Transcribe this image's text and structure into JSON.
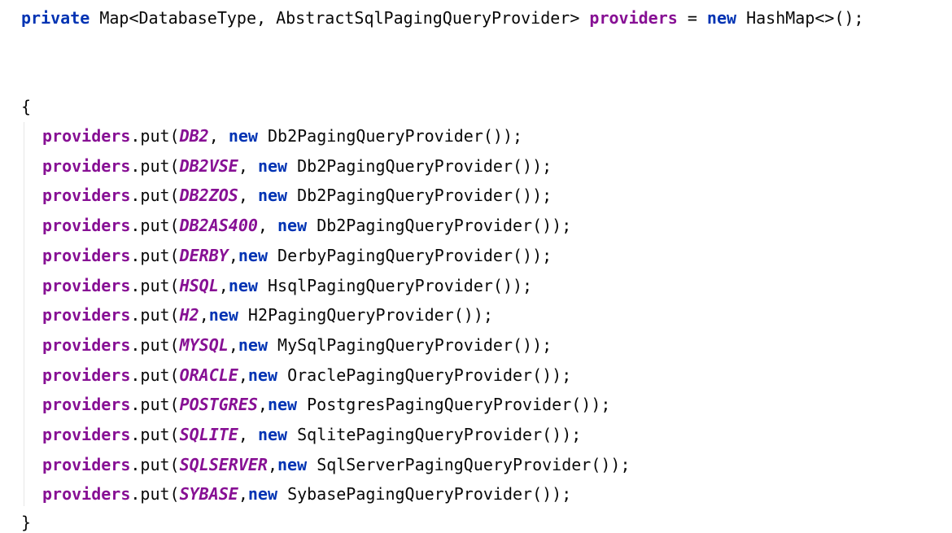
{
  "colors": {
    "background": "#ffffff",
    "keyword": "#0033b3",
    "field": "#871094",
    "text": "#080808",
    "indent_guide": "#e6e6e6"
  },
  "declaration": {
    "modifier": "private",
    "type": "Map<DatabaseType, AbstractSqlPagingQueryProvider>",
    "name": "providers",
    "assign": "=",
    "new_kw": "new",
    "init": "HashMap<>();"
  },
  "block": {
    "open": "{",
    "close": "}"
  },
  "lines": [
    {
      "field": "providers",
      "method": ".put(",
      "const": "DB2",
      "sep": ", ",
      "new_kw": "new",
      "ctor": "Db2PagingQueryProvider());"
    },
    {
      "field": "providers",
      "method": ".put(",
      "const": "DB2VSE",
      "sep": ", ",
      "new_kw": "new",
      "ctor": "Db2PagingQueryProvider());"
    },
    {
      "field": "providers",
      "method": ".put(",
      "const": "DB2ZOS",
      "sep": ", ",
      "new_kw": "new",
      "ctor": "Db2PagingQueryProvider());"
    },
    {
      "field": "providers",
      "method": ".put(",
      "const": "DB2AS400",
      "sep": ", ",
      "new_kw": "new",
      "ctor": "Db2PagingQueryProvider());"
    },
    {
      "field": "providers",
      "method": ".put(",
      "const": "DERBY",
      "sep": ",",
      "new_kw": "new",
      "ctor": "DerbyPagingQueryProvider());"
    },
    {
      "field": "providers",
      "method": ".put(",
      "const": "HSQL",
      "sep": ",",
      "new_kw": "new",
      "ctor": "HsqlPagingQueryProvider());"
    },
    {
      "field": "providers",
      "method": ".put(",
      "const": "H2",
      "sep": ",",
      "new_kw": "new",
      "ctor": "H2PagingQueryProvider());"
    },
    {
      "field": "providers",
      "method": ".put(",
      "const": "MYSQL",
      "sep": ",",
      "new_kw": "new",
      "ctor": "MySqlPagingQueryProvider());"
    },
    {
      "field": "providers",
      "method": ".put(",
      "const": "ORACLE",
      "sep": ",",
      "new_kw": "new",
      "ctor": "OraclePagingQueryProvider());"
    },
    {
      "field": "providers",
      "method": ".put(",
      "const": "POSTGRES",
      "sep": ",",
      "new_kw": "new",
      "ctor": "PostgresPagingQueryProvider());"
    },
    {
      "field": "providers",
      "method": ".put(",
      "const": "SQLITE",
      "sep": ", ",
      "new_kw": "new",
      "ctor": "SqlitePagingQueryProvider());"
    },
    {
      "field": "providers",
      "method": ".put(",
      "const": "SQLSERVER",
      "sep": ",",
      "new_kw": "new",
      "ctor": "SqlServerPagingQueryProvider());"
    },
    {
      "field": "providers",
      "method": ".put(",
      "const": "SYBASE",
      "sep": ",",
      "new_kw": "new",
      "ctor": "SybasePagingQueryProvider());"
    }
  ]
}
